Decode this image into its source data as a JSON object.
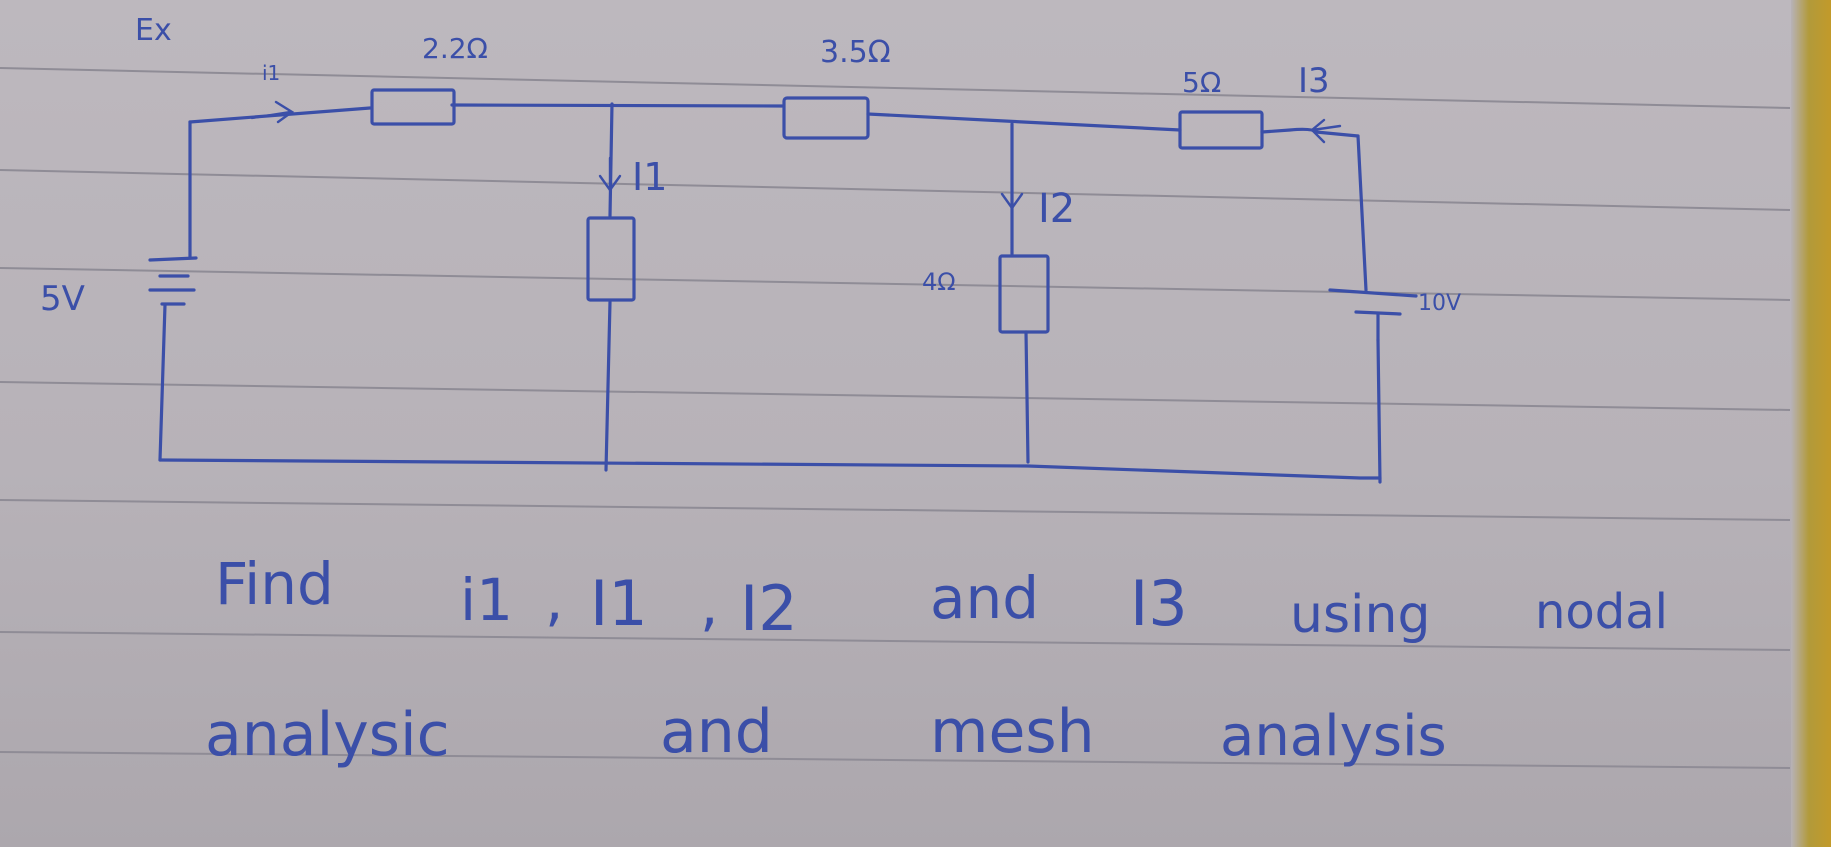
{
  "header": {
    "example": "Ex"
  },
  "components": {
    "r1_label": "2.2Ω",
    "r2_label": "3.5Ω",
    "r3_label": "5Ω",
    "r_shunt2_label": "4Ω",
    "v_left_label": "5V",
    "v_right_label": "10V"
  },
  "currents": {
    "i1": "i1",
    "I1": "I1",
    "I2": "I2",
    "I3": "I3"
  },
  "question": {
    "line1": [
      "Find",
      "i1",
      ",",
      "I1",
      ",",
      "I2",
      "and",
      "I3",
      "using",
      "nodal"
    ],
    "line2": [
      "analysic",
      "and",
      "mesh",
      "analysis"
    ]
  },
  "colors": {
    "ink": "#3b4fa8",
    "paper": "#bab5bb",
    "rule": "#8f8c96"
  }
}
